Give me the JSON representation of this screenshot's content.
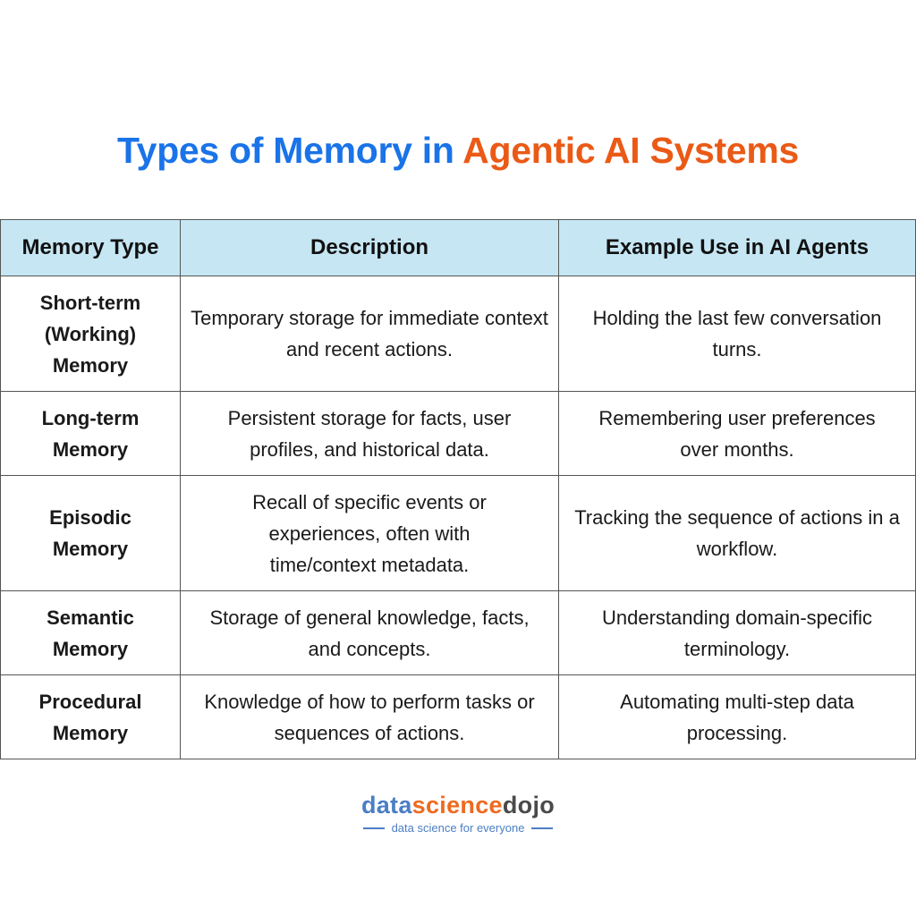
{
  "title": {
    "part1": "Types of Memory in ",
    "part2": "Agentic AI Systems",
    "color1": "#1a73e8",
    "color2": "#ea5a16"
  },
  "table": {
    "headers": [
      "Memory Type",
      "Description",
      "Example Use in AI Agents"
    ],
    "header_bg": "#c6e6f3",
    "rows": [
      {
        "type": "Short-term (Working) Memory",
        "description": "Temporary storage for immediate context and recent actions.",
        "example": "Holding the last few conversation turns.",
        "height": 129
      },
      {
        "type": "Long-term Memory",
        "description": "Persistent storage for facts, user profiles, and historical data.",
        "example": "Remembering user preferences over months.",
        "height": 94
      },
      {
        "type": "Episodic Memory",
        "description": "Recall of specific events or experiences, often with time/context metadata.",
        "example": "Tracking the sequence of actions in a workflow.",
        "height": 129
      },
      {
        "type": "Semantic Memory",
        "description": "Storage of general knowledge, facts, and concepts.",
        "example": "Understanding domain-specific terminology.",
        "height": 94
      },
      {
        "type": "Procedural Memory",
        "description": "Knowledge of how to perform tasks or sequences of actions.",
        "example": "Automating multi-step data processing.",
        "height": 94
      }
    ]
  },
  "logo": {
    "part1": "data",
    "part2": "science",
    "part3": "dojo",
    "tagline": "data science for everyone"
  }
}
